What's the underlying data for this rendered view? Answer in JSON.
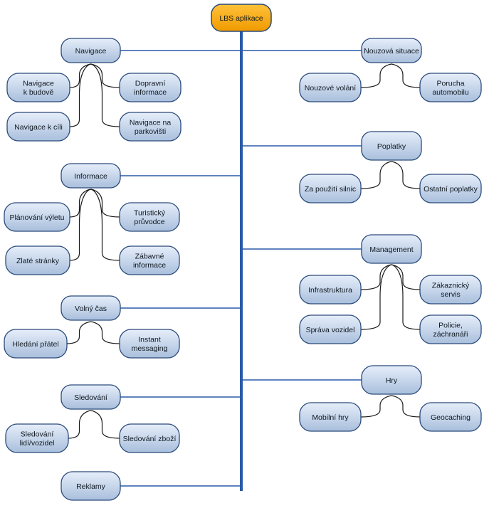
{
  "root": {
    "label": "LBS aplikace"
  },
  "nodes": {
    "navigace": "Navigace",
    "navigace_k_budove": [
      "Navigace",
      "k budově"
    ],
    "dopravni_informace": [
      "Dopravní",
      "informace"
    ],
    "navigace_k_cili": "Navigace k cíli",
    "navigace_na_parkovisti": [
      "Navigace na",
      "parkovišti"
    ],
    "informace": "Informace",
    "planovani_vyletu": "Plánování výletu",
    "turisticky_pruvodce": [
      "Turistický",
      "průvodce"
    ],
    "zlate_stranky": "Zlaté stránky",
    "zabavne_informace": [
      "Zábavné",
      "informace"
    ],
    "volny_cas": "Volný čas",
    "hledani_pratel": "Hledání přátel",
    "instant_messaging": [
      "Instant",
      "messaging"
    ],
    "sledovani": "Sledování",
    "sledovani_lidi": [
      "Sledování",
      "lidí/vozidel"
    ],
    "sledovani_zbozi": "Sledování zboží",
    "reklamy": "Reklamy",
    "nouzova_situace": "Nouzová situace",
    "nouzove_volani": "Nouzové volání",
    "porucha_automobilu": [
      "Porucha",
      "automobilu"
    ],
    "poplatky": "Poplatky",
    "za_pouziti_silnic": "Za použití silnic",
    "ostatni_poplatky": "Ostatní poplatky",
    "management": "Management",
    "infrastruktura": "Infrastruktura",
    "zakaznicky_servis": [
      "Zákaznický",
      "servis"
    ],
    "sprava_vozidel": "Správa vozidel",
    "policie_zachranari": [
      "Policie,",
      "záchranáři"
    ],
    "hry": "Hry",
    "mobilni_hry": "Mobilní hry",
    "geocaching": "Geocaching"
  },
  "colors": {
    "node_fill_top": "#e6eefa",
    "node_fill_bottom": "#a9bfdc",
    "root_fill": "#f6a800",
    "trunk": "#2a5aa8"
  }
}
